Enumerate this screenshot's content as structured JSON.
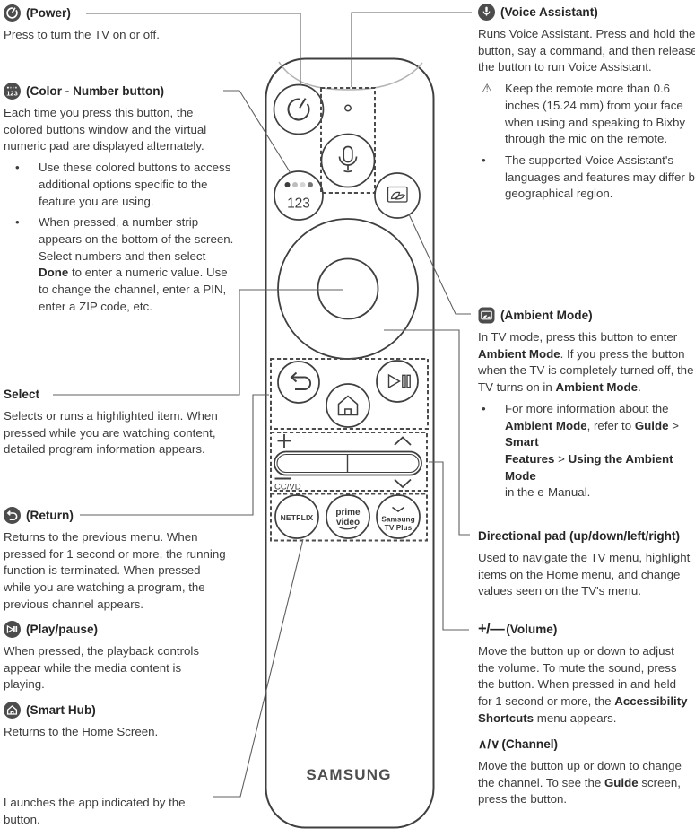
{
  "markers": {
    "bullet": "•",
    "warning": "⚠"
  },
  "colors": {
    "text": "#3c3c3c",
    "heading": "#262626",
    "badge": "#4c4c4c",
    "outline": "#3f3f3f",
    "callout": "#5f5f5f",
    "trim": "#b4b4b4",
    "dot1": "#3e3e3e",
    "dot2": "#bdbdbd",
    "dot3": "#d4d4d4",
    "dot4": "#757575"
  },
  "left": {
    "power": {
      "heading": "(Power)",
      "body": "Press to turn the TV on or off."
    },
    "color_number": {
      "heading": "(Color - Number button)",
      "badge_label": "123",
      "body": "Each time you press this button, the\ncolored buttons window and the virtual\nnumeric pad are displayed alternately.",
      "bullets": [
        "Use these colored buttons to access\nadditional options specific to the\nfeature you are using.",
        "When pressed, a number strip\nappears on the bottom of the screen.\nSelect numbers and then select\n**Done** to enter a numeric value. Use\nto change the channel, enter a PIN,\nenter a ZIP code, etc."
      ]
    },
    "select": {
      "heading": "Select",
      "body": "Selects or runs a highlighted item. When\npressed while you are watching content,\ndetailed program information appears."
    },
    "return": {
      "heading": "(Return)",
      "body": "Returns to the previous menu. When\npressed for 1 second or more, the running\nfunction is terminated. When pressed\nwhile you are watching a program, the\nprevious channel appears."
    },
    "play_pause": {
      "heading": "(Play/pause)",
      "body": "When pressed, the playback controls\nappear while the media content is\nplaying."
    },
    "smart_hub": {
      "heading": "(Smart Hub)",
      "body": "Returns to the Home Screen."
    },
    "app_launch": {
      "body": "Launches the app indicated by the\nbutton."
    }
  },
  "right": {
    "voice": {
      "heading": "(Voice Assistant)",
      "body": "Runs Voice Assistant. Press and hold the\nbutton, say a command, and then release\nthe button to run Voice Assistant.",
      "warning": "Keep the remote more than 0.6\ninches (15.24 mm) from your face\nwhen using and speaking to Bixby\nthrough the mic on the remote.",
      "bullets": [
        "The supported Voice Assistant's\nlanguages and features may differ by\ngeographical region."
      ]
    },
    "ambient": {
      "heading": "(Ambient Mode)",
      "body": "In TV mode, press this button to enter\n**Ambient Mode**. If you press the button\nwhen the TV is completely turned off, the\nTV turns on in **Ambient Mode**.",
      "bullets": [
        "For more information about the\n**Ambient Mode**, refer to **Guide** > **Smart**\n**Features** > **Using the Ambient Mode**\nin the e-Manual."
      ]
    },
    "dpad": {
      "heading": "Directional pad (up/down/left/right)",
      "body": "Used to navigate the TV menu, highlight\nitems on the Home menu, and change\nvalues seen on the TV's menu."
    },
    "volume": {
      "symbols": "+/—",
      "heading": "(Volume)",
      "body": "Move the button up or down to adjust\nthe volume. To mute the sound, press\nthe button. When pressed in and held\nfor 1 second or more, the **Accessibility**\n**Shortcuts** menu appears."
    },
    "channel": {
      "symbols": "∧/∨",
      "heading": "(Channel)",
      "body": "Move the button up or down to change\nthe channel. To see the **Guide** screen,\npress the button."
    }
  },
  "remote": {
    "num_label": "123",
    "ccvd_label": "CC/VD",
    "netflix_label": "NETFLIX",
    "prime_line1": "prime",
    "prime_line2": "video",
    "stvp_line1": "Samsung",
    "stvp_line2": "TV Plus",
    "brand": "SAMSUNG"
  }
}
